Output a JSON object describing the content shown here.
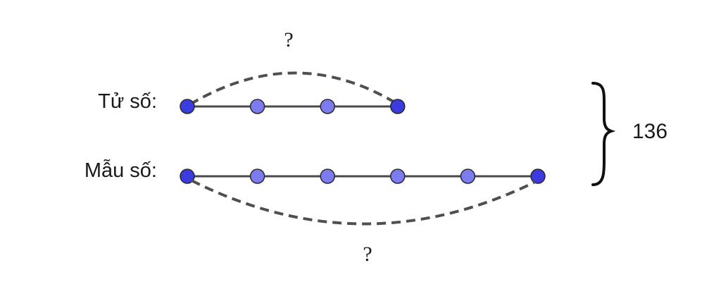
{
  "numerator": {
    "label": "Tử số:",
    "segments": 3,
    "question": "?"
  },
  "denominator": {
    "label": "Mẫu số:",
    "segments": 5,
    "question": "?"
  },
  "total": "136",
  "colors": {
    "endpoint": "#3b3be0",
    "midpoint": "#7c7cf0",
    "outline": "#2a2a2a",
    "line": "#4a4a4a",
    "dash": "#4f4f4f"
  }
}
